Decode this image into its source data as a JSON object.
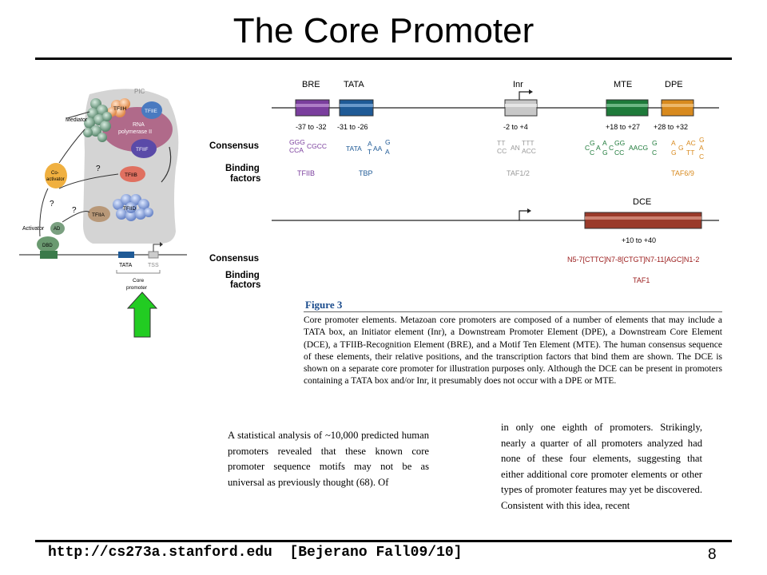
{
  "slide": {
    "title": "The Core Promoter",
    "footer_url": "http://cs273a.stanford.edu  [Bejerano Fall09/10]",
    "page_number": "8"
  },
  "pic_diagram": {
    "pic_label": "PIC",
    "mediator": "Mediator",
    "tfiih": "TFIIH",
    "tfiie": "TFIIE",
    "rna_pol": [
      "RNA",
      "polymerase II"
    ],
    "tfiif": "TFIIF",
    "tfiib": "TFIIB",
    "tfiia": "TFIIA",
    "tfiid": "TFIID",
    "coactivator": [
      "Co-",
      "activator"
    ],
    "activator": "Activator",
    "ad": "AD",
    "dbd": "DBD",
    "question": "?",
    "tata": "TATA",
    "tss": "TSS",
    "core_promoter": [
      "Core",
      "promoter"
    ],
    "arrow_color": "#22cc22"
  },
  "figure_top": {
    "elements": [
      {
        "name": "BRE",
        "position": "-37 to -32",
        "color": "#7a3e9d",
        "factor": "TFIIB"
      },
      {
        "name": "TATA",
        "position": "-31 to -26",
        "color": "#1f5a96",
        "factor": "TBP"
      },
      {
        "name": "Inr",
        "position": "-2 to +4",
        "color": "#a0a0a0",
        "factor": "TAF1/2"
      },
      {
        "name": "MTE",
        "position": "+18 to +27",
        "color": "#1e7a3a",
        "factor": ""
      },
      {
        "name": "DPE",
        "position": "+28 to +32",
        "color": "#d88a1e",
        "factor": "TAF6/9"
      }
    ],
    "consensus_label": "Consensus",
    "binding_label": [
      "Binding",
      "factors"
    ],
    "bre_seq": [
      "GGG",
      "CCA",
      "CGCC"
    ],
    "tata_seq": [
      "TATA",
      "A",
      "T",
      "AA",
      "G",
      "A"
    ],
    "inr_seq": [
      "TT",
      "CC",
      "AN",
      "TTT",
      "ACC"
    ],
    "mte_seq": [
      "C",
      "G",
      "A",
      "C",
      "A",
      "G",
      "C",
      "GG",
      "CC",
      "AACG",
      "G",
      "C"
    ],
    "dpe_seq": [
      "A",
      "G",
      "G",
      "AC",
      "TT",
      "G",
      "A",
      "C"
    ]
  },
  "figure_bottom": {
    "dce_name": "DCE",
    "dce_position": "+10 to +40",
    "dce_color": "#9a3a2a",
    "consensus_label": "Consensus",
    "binding_label": [
      "Binding",
      "factors"
    ],
    "consensus": "N5-7[CTTC]N7-8[CTGT]N7-11[AGC]N1-2",
    "factor": "TAF1"
  },
  "caption": {
    "heading": "Figure 3",
    "text": "Core promoter elements. Metazoan core promoters are composed of a number of elements that may include a TATA box, an Initiator element (Inr), a Downstream Promoter Element (DPE), a Downstream Core Element (DCE), a TFIIB-Recognition Element (BRE), and a Motif Ten Element (MTE). The human consensus sequence of these elements, their relative positions, and the transcription factors that bind them are shown. The DCE is shown on a separate core promoter for illustration purposes only. Although the DCE can be present in promoters containing a TATA box and/or Inr, it presumably does not occur with a DPE or MTE."
  },
  "body_text": {
    "left": "A statistical analysis of ~10,000 predicted human promoters revealed that these known core promoter sequence motifs may not be as universal as previously thought (68). Of",
    "right": "in only one eighth of promoters. Strikingly, nearly a quarter of all promoters analyzed had none of these four elements, suggesting that either additional core promoter elements or other types of promoter features may yet be discovered. Consistent with this idea, recent"
  }
}
